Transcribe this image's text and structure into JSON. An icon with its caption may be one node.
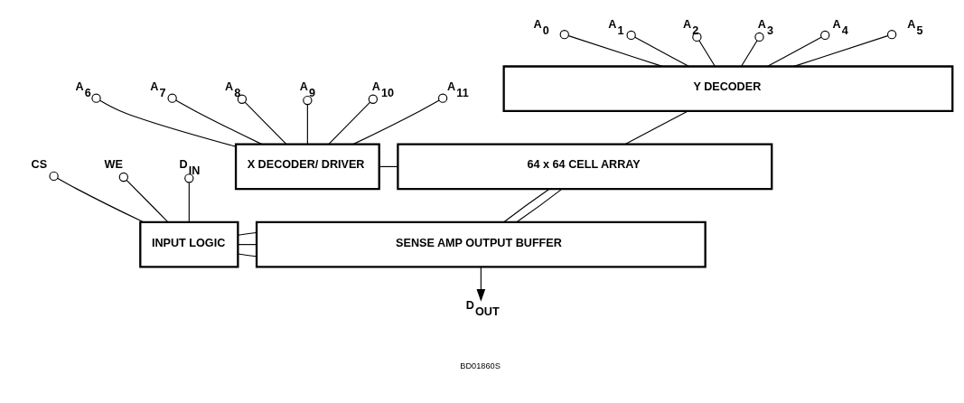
{
  "diagram": {
    "nodes": [
      {
        "text": [
          "A$_{0}$"
        ]
      },
      {
        "text": [
          "A$_{1}$"
        ]
      },
      {
        "text": [
          "A$_{2}$"
        ]
      },
      {
        "text": [
          "A$_{3}$"
        ]
      },
      {
        "text": [
          "A$_{4}$"
        ]
      },
      {
        "text": [
          "A$_{5}$"
        ]
      },
      {
        "text": [
          "Y DECODER"
        ]
      },
      {
        "text": [
          "A$_{6}$"
        ]
      },
      {
        "text": [
          "A$_{7}$"
        ]
      },
      {
        "text": [
          "A$_{8}$"
        ]
      },
      {
        "text": [
          "A$_{9}$"
        ]
      },
      {
        "text": [
          "A$_{10}$"
        ]
      },
      {
        "text": [
          "A$_{11}$"
        ]
      },
      {
        "text": [
          "X DECODER/ DRIVER"
        ]
      },
      {
        "text": [
          "64 x 64 CELL ARRAY"
        ]
      },
      {
        "text": [
          "CS"
        ]
      },
      {
        "text": [
          "WE"
        ]
      },
      {
        "text": [
          "D$_{IN}$"
        ]
      },
      {
        "text": [
          "INPUT LOGIC"
        ]
      },
      {
        "text": [
          "SENSE AMP OUTPUT BUFFER"
        ]
      },
      {
        "text": [
          "D$_{OUT}$"
        ]
      }
    ],
    "edges": [
      {
        "from": 0,
        "to": 6,
        "arrow": "other"
      },
      {
        "from": 1,
        "to": 6,
        "arrow": "other"
      },
      {
        "from": 2,
        "to": 6,
        "arrow": "other"
      },
      {
        "from": 3,
        "to": 6,
        "arrow": "other"
      },
      {
        "from": 4,
        "to": 6,
        "arrow": "other"
      },
      {
        "from": 5,
        "to": 6,
        "arrow": "other"
      },
      {
        "from": 6,
        "to": 14,
        "arrow": "none"
      },
      {
        "from": 7,
        "to": 13,
        "arrow": "other"
      },
      {
        "from": 8,
        "to": 13,
        "arrow": "other"
      },
      {
        "from": 9,
        "to": 13,
        "arrow": "other"
      },
      {
        "from": 10,
        "to": 13,
        "arrow": "other"
      },
      {
        "from": 11,
        "to": 13,
        "arrow": "other"
      },
      {
        "from": 12,
        "to": 13,
        "arrow": "other"
      },
      {
        "from": 13,
        "to": 14,
        "arrow": "none"
      },
      {
        "from": 14,
        "to": 19,
        "arrow": "none"
      },
      {
        "from": 14,
        "to": 19,
        "arrow": "none"
      },
      {
        "from": 15,
        "to": 18,
        "arrow": "other"
      },
      {
        "from": 16,
        "to": 18,
        "arrow": "other"
      },
      {
        "from": 17,
        "to": 18,
        "arrow": "other"
      },
      {
        "from": 18,
        "to": 19,
        "arrow": "none"
      },
      {
        "from": 18,
        "to": 19,
        "arrow": "none"
      },
      {
        "from": 18,
        "to": 19,
        "arrow": "none"
      },
      {
        "from": 19,
        "to": 20,
        "arrow": "to"
      }
    ],
    "labels": [
      "BD01860S"
    ]
  }
}
